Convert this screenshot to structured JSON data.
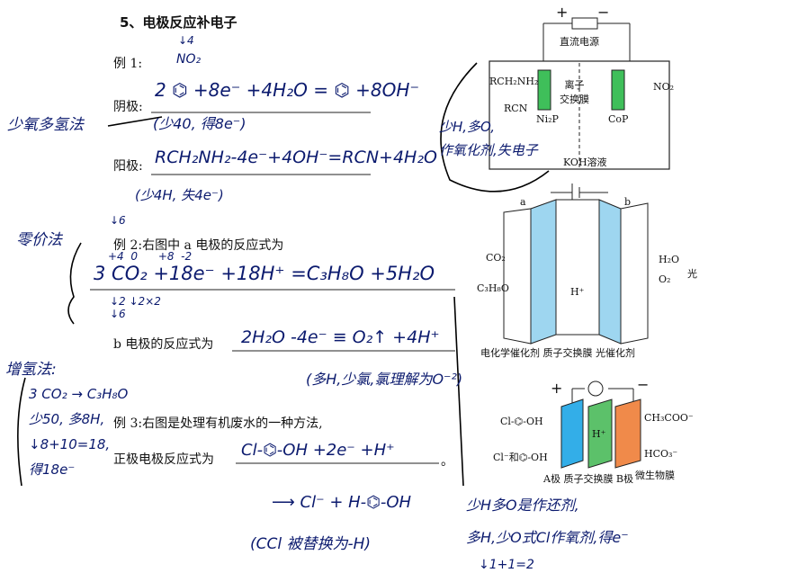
{
  "section_title": "5、电极反应补电子",
  "example1": {
    "label": "例 1:",
    "cathode_label": "阴极:",
    "anode_label": "阳极:",
    "hw_nitro": "NO₂",
    "hw_nitro_sub": "↓4",
    "hw_cathode_eq": "2 ⌬ +8e⁻ +4H₂O =  ⌬  +8OH⁻",
    "hw_cathode_note": "(少40, 得8e⁻)",
    "hw_left_note": "少氧多氢法",
    "hw_anode_eq": "RCH₂NH₂-4e⁻+4OH⁻=RCN+4H₂O",
    "hw_anode_note": "(少4H, 失4e⁻)"
  },
  "diagram1": {
    "power": "直流电源",
    "left_top": "RCH₂NH₂",
    "left_bottom": "RCN",
    "left_electrode": "Ni₂P",
    "membrane": "离子\n交换膜",
    "right_electrode": "CoP",
    "right_top": "NO₂",
    "solution": "KOH溶液",
    "plus": "+",
    "minus": "−",
    "hw_note": "少H,多O,\n作氧化剂,失电子"
  },
  "example2": {
    "text": "例 2:右图中 a 电极的反应式为",
    "hw_left": "零价法",
    "hw_top": "↓6",
    "hw_eq": "3 CO₂ +18e⁻ +18H⁺ =C₃H₈O +5H₂O",
    "hw_top_nums": "+4  0      +8  -2",
    "hw_below": "↓2 ↓2×2\n↓6",
    "b_label": "b 电极的反应式为",
    "hw_b_eq": "2H₂O -4e⁻ ≡ O₂↑ +4H⁺"
  },
  "diagram2": {
    "a": "a",
    "b": "b",
    "co2": "CO₂",
    "c3h8o": "C₃H₈O",
    "h": "H⁺",
    "h2o": "H₂O",
    "o2": "O₂",
    "light": "光",
    "caption": "电化学催化剂 质子交换膜 光催化剂"
  },
  "example3": {
    "hw_left": "增氢法:",
    "hw_list": [
      "3 CO₂ → C₃H₈O",
      "少50, 多8H,",
      "↓8+10=18,",
      "得18e⁻"
    ],
    "text": "例 3:右图是处理有机废水的一种方法,",
    "positive_label": "正极电极反应式为",
    "hw_eq": "Cl-⌬-OH +2e⁻ +H⁺",
    "period": "。",
    "hw_paren": "(多H,少氯,氯理解为O⁻²)",
    "hw_product": "⟶  Cl⁻ + H-⌬-OH",
    "hw_ccl": "(CCl 被替换为-H)",
    "hw_right_1": "少H多O是作还剂,",
    "hw_right_2": "多H,少O式Cl作氧剂,得e⁻",
    "hw_right_3": "↓1+1=2"
  },
  "diagram3": {
    "plus": "+",
    "minus": "−",
    "cl_oh": "Cl-⌬-OH",
    "cl_and": "Cl⁻和⌬-OH",
    "h": "H⁺",
    "ch3coo": "CH₃COO⁻",
    "hco3": "HCO₃⁻",
    "caption": "A极 质子交换膜 B极",
    "microbe": "微生物膜"
  }
}
